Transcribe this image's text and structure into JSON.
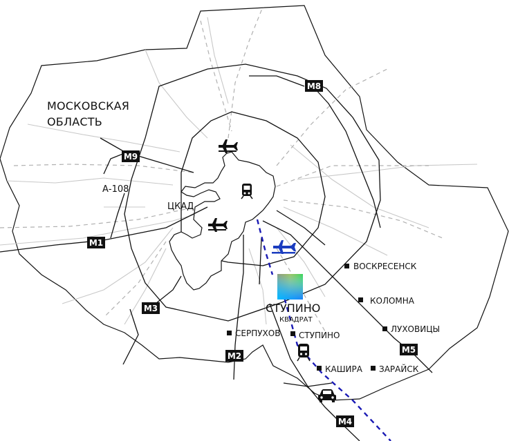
{
  "region": {
    "line1": "МОСКОВСКАЯ",
    "line2": "ОБЛАСТЬ"
  },
  "highway_a108": "А-108",
  "ring_ckad": "ЦКАД",
  "highways": {
    "m1": "M1",
    "m2": "M2",
    "m3": "M3",
    "m4": "M4",
    "m5": "M5",
    "m8": "M8",
    "m9": "M9"
  },
  "site": {
    "name": "СТУПИНО",
    "subtitle": "КВАДРАТ"
  },
  "cities": {
    "voskresensk": "ВОСКРЕСЕНСК",
    "kolomna": "КОЛОМНА",
    "lukhovitsy": "ЛУХОВИЦЫ",
    "serpukhov": "СЕРПУХОВ",
    "stupino": "СТУПИНО",
    "kashira": "КАШИРА",
    "zaraysk": "ЗАРАЙСК"
  },
  "icons": {
    "airport_north": "airplane-icon",
    "airport_west": "airplane-icon",
    "airport_highlight": "airplane-icon",
    "moscow_metro": "train-icon",
    "train": "train-icon",
    "car": "car-icon"
  },
  "colors": {
    "ink": "#111111",
    "minor_roads": "#c8c8c8",
    "railway": "#b0b0b0",
    "airport_accent": "#1a3cbf",
    "route_dashed": "#1a1ab4",
    "badge": "#111111"
  }
}
